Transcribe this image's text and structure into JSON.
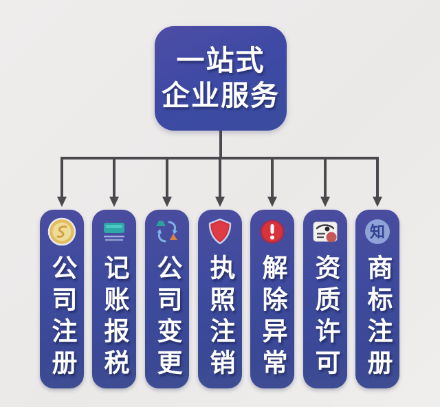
{
  "title": {
    "line1": "一站式",
    "line2": "企业服务"
  },
  "colors": {
    "background": "#edebe9",
    "box_blue": "#3e4aa4",
    "pill_blue": "#3e4b9e",
    "connector_gray": "#4a4a4e",
    "text_white": "#ffffff",
    "coin_gold": "#e3bd5a",
    "ledger_teal": "#2ea8a8",
    "shield_red": "#d6303a",
    "alert_red": "#d8333c",
    "seal_red": "#c04848",
    "badge_periwinkle": "#8fa3d8"
  },
  "services": [
    {
      "label": "公司注册",
      "icon": "coin-icon"
    },
    {
      "label": "记账报税",
      "icon": "ledger-icon"
    },
    {
      "label": "公司变更",
      "icon": "change-arrows-icon"
    },
    {
      "label": "执照注销",
      "icon": "shield-icon"
    },
    {
      "label": "解除异常",
      "icon": "alert-icon"
    },
    {
      "label": "资质许可",
      "icon": "certificate-icon"
    },
    {
      "label": "商标注册",
      "icon": "zhi-badge-icon",
      "icon_char": "知"
    }
  ]
}
